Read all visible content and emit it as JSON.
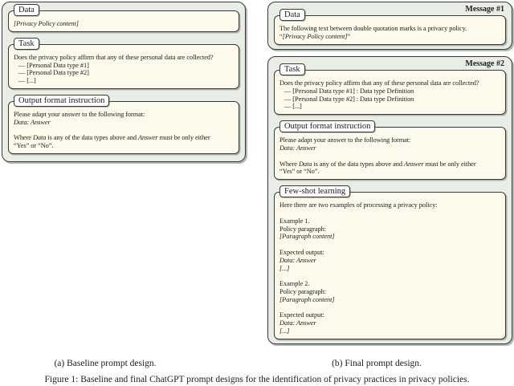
{
  "figure": {
    "caption": "Figure 1: Baseline and final ChatGPT prompt designs for the identification of privacy practices in privacy policies.",
    "subcaption_a": "(a) Baseline prompt design.",
    "subcaption_b": "(b) Final prompt design."
  },
  "colors": {
    "panel_bg": "#e8eee5",
    "box_bg": "#fdfaec",
    "label_bg": "#ffffff",
    "border": "#3a3a3a",
    "text": "#1c1c1c"
  },
  "baseline_prompt": {
    "sections": [
      {
        "label": "Data",
        "lines": [
          {
            "segs": [
              {
                "t": "[Privacy Policy content]",
                "i": true
              }
            ]
          }
        ]
      },
      {
        "label": "Task",
        "lines": [
          {
            "segs": [
              {
                "t": "Does the privacy policy affirm that any of these personal data are collected?"
              }
            ]
          },
          {
            "ind": true,
            "segs": [
              {
                "t": "— [Personal Data type #1]"
              }
            ]
          },
          {
            "ind": true,
            "segs": [
              {
                "t": "— [Personal Data type #2]"
              }
            ]
          },
          {
            "ind": true,
            "segs": [
              {
                "t": "— [...]"
              }
            ]
          }
        ]
      },
      {
        "label": "Output format instruction",
        "lines": [
          {
            "segs": [
              {
                "t": "Please adapt your answer to the following format:"
              }
            ]
          },
          {
            "segs": [
              {
                "t": "Data: Answer",
                "i": true
              }
            ]
          },
          {
            "segs": []
          },
          {
            "segs": [
              {
                "t": "Where "
              },
              {
                "t": "Data",
                "i": true
              },
              {
                "t": " is any of the data types above and "
              },
              {
                "t": "Answer",
                "i": true
              },
              {
                "t": " must be only either"
              }
            ]
          },
          {
            "segs": [
              {
                "t": "“Yes” or “No”."
              }
            ]
          }
        ]
      }
    ]
  },
  "final_prompt": {
    "messages": [
      {
        "tag": "Message #1",
        "sections": [
          {
            "label": "Data",
            "lines": [
              {
                "segs": [
                  {
                    "t": "The following text between double quotation marks is a privacy policy."
                  }
                ]
              },
              {
                "segs": [
                  {
                    "t": "“"
                  },
                  {
                    "t": "[Privacy Policy content]",
                    "i": true
                  },
                  {
                    "t": "”"
                  }
                ]
              }
            ]
          }
        ]
      },
      {
        "tag": "Message #2",
        "sections": [
          {
            "label": "Task",
            "lines": [
              {
                "segs": [
                  {
                    "t": "Does the privacy policy affirm that any of these personal data are collected?"
                  }
                ]
              },
              {
                "ind": true,
                "segs": [
                  {
                    "t": "— [Personal Data type #1] : Data type Definition"
                  }
                ]
              },
              {
                "ind": true,
                "segs": [
                  {
                    "t": "— [Personal Data type #2] : Data type Definition"
                  }
                ]
              },
              {
                "ind": true,
                "segs": [
                  {
                    "t": "— [...]"
                  }
                ]
              }
            ]
          },
          {
            "label": "Output format instruction",
            "lines": [
              {
                "segs": [
                  {
                    "t": "Please adapt your answer to the following format:"
                  }
                ]
              },
              {
                "segs": [
                  {
                    "t": "Data: Answer",
                    "i": true
                  }
                ]
              },
              {
                "segs": []
              },
              {
                "segs": [
                  {
                    "t": "Where "
                  },
                  {
                    "t": "Data",
                    "i": true
                  },
                  {
                    "t": " is any of the data types above and "
                  },
                  {
                    "t": "Answer",
                    "i": true
                  },
                  {
                    "t": " must be only either"
                  }
                ]
              },
              {
                "segs": [
                  {
                    "t": "“Yes” or “No”."
                  }
                ]
              }
            ]
          },
          {
            "label": "Few-shot learning",
            "lines": [
              {
                "segs": [
                  {
                    "t": "Here there are two examples of processing a privacy policy:"
                  }
                ]
              },
              {
                "segs": []
              },
              {
                "segs": [
                  {
                    "t": "Example 1."
                  }
                ]
              },
              {
                "segs": [
                  {
                    "t": "Policy paragraph:"
                  }
                ]
              },
              {
                "segs": [
                  {
                    "t": "[Paragraph content]",
                    "i": true
                  }
                ]
              },
              {
                "segs": []
              },
              {
                "segs": [
                  {
                    "t": "Expected output:"
                  }
                ]
              },
              {
                "segs": [
                  {
                    "t": "Data: Answer",
                    "i": true
                  }
                ]
              },
              {
                "segs": [
                  {
                    "t": "[...]",
                    "i": true
                  }
                ]
              },
              {
                "segs": []
              },
              {
                "segs": [
                  {
                    "t": "Example 2."
                  }
                ]
              },
              {
                "segs": [
                  {
                    "t": "Policy paragraph:"
                  }
                ]
              },
              {
                "segs": [
                  {
                    "t": "[Paragraph content]",
                    "i": true
                  }
                ]
              },
              {
                "segs": []
              },
              {
                "segs": [
                  {
                    "t": "Expected output:"
                  }
                ]
              },
              {
                "segs": [
                  {
                    "t": "Data: Answer",
                    "i": true
                  }
                ]
              },
              {
                "segs": [
                  {
                    "t": "[...]",
                    "i": true
                  }
                ]
              }
            ]
          }
        ]
      }
    ]
  }
}
